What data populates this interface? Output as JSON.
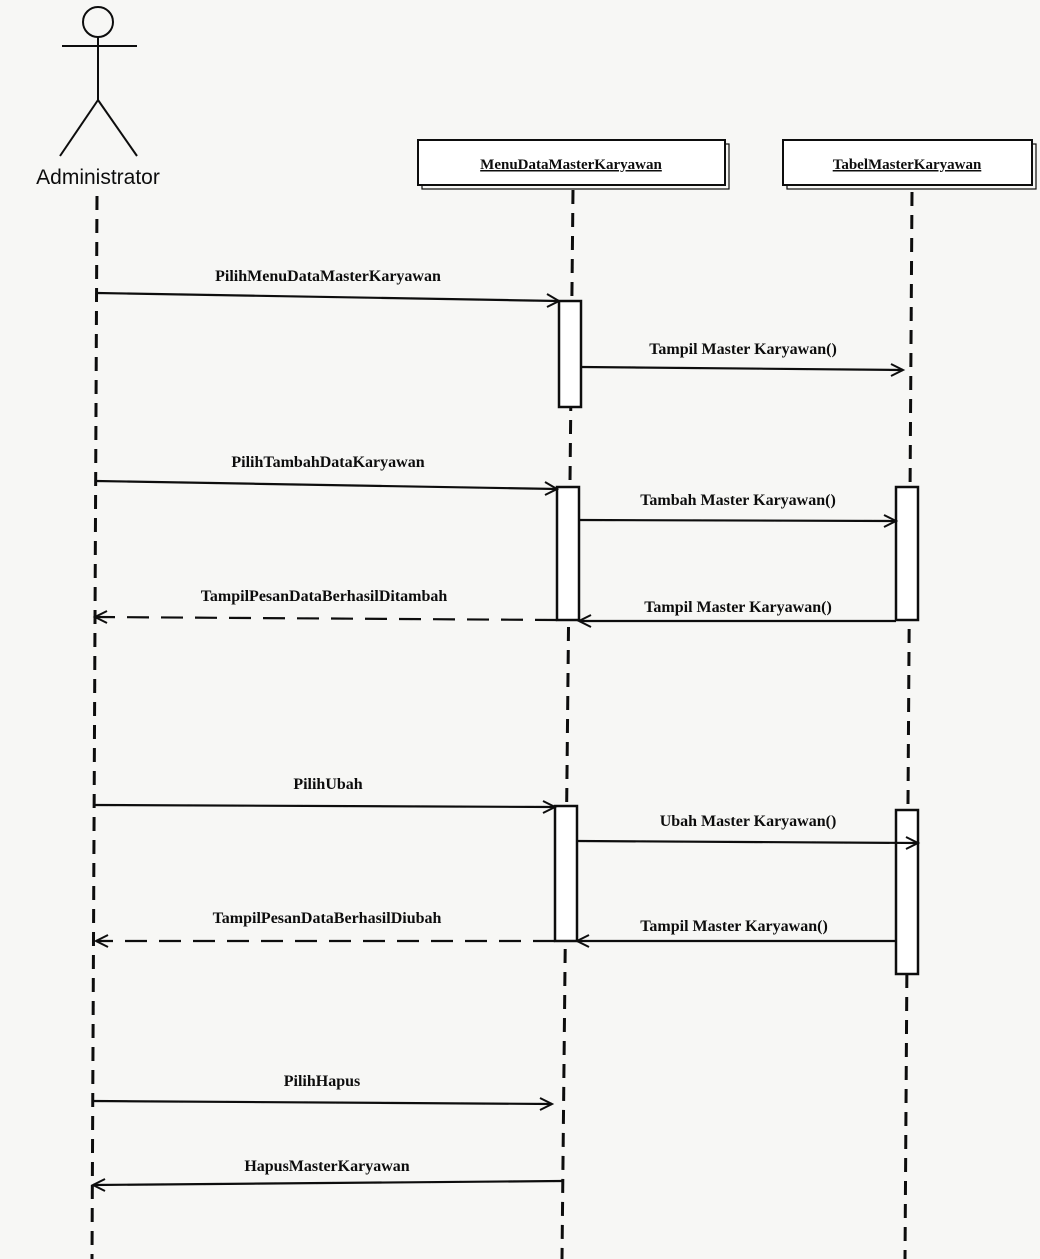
{
  "actor": {
    "name": "Administrator"
  },
  "objects": [
    {
      "name": "MenuDataMasterKaryawan"
    },
    {
      "name": "TabelMasterKaryawan"
    }
  ],
  "messages": [
    {
      "label": "PilihMenuDataMasterKaryawan",
      "from": "Administrator",
      "to": "MenuDataMasterKaryawan",
      "kind": "call"
    },
    {
      "label": "Tampil Master Karyawan()",
      "from": "MenuDataMasterKaryawan",
      "to": "TabelMasterKaryawan",
      "kind": "call"
    },
    {
      "label": "PilihTambahDataKaryawan",
      "from": "Administrator",
      "to": "MenuDataMasterKaryawan",
      "kind": "call"
    },
    {
      "label": "Tambah Master Karyawan()",
      "from": "MenuDataMasterKaryawan",
      "to": "TabelMasterKaryawan",
      "kind": "call"
    },
    {
      "label": "Tampil Master Karyawan()",
      "from": "TabelMasterKaryawan",
      "to": "MenuDataMasterKaryawan",
      "kind": "call"
    },
    {
      "label": "TampilPesanDataBerhasilDitambah",
      "from": "MenuDataMasterKaryawan",
      "to": "Administrator",
      "kind": "return"
    },
    {
      "label": "PilihUbah",
      "from": "Administrator",
      "to": "MenuDataMasterKaryawan",
      "kind": "call"
    },
    {
      "label": "Ubah Master Karyawan()",
      "from": "MenuDataMasterKaryawan",
      "to": "TabelMasterKaryawan",
      "kind": "call"
    },
    {
      "label": "Tampil Master Karyawan()",
      "from": "TabelMasterKaryawan",
      "to": "MenuDataMasterKaryawan",
      "kind": "call"
    },
    {
      "label": "TampilPesanDataBerhasilDiubah",
      "from": "MenuDataMasterKaryawan",
      "to": "Administrator",
      "kind": "return"
    },
    {
      "label": "PilihHapus",
      "from": "Administrator",
      "to": "MenuDataMasterKaryawan",
      "kind": "call"
    },
    {
      "label": "HapusMasterKaryawan",
      "from": "MenuDataMasterKaryawan",
      "to": "Administrator",
      "kind": "call"
    }
  ],
  "colors": {
    "ink": "#111111",
    "paper": "#f7f7f5"
  }
}
